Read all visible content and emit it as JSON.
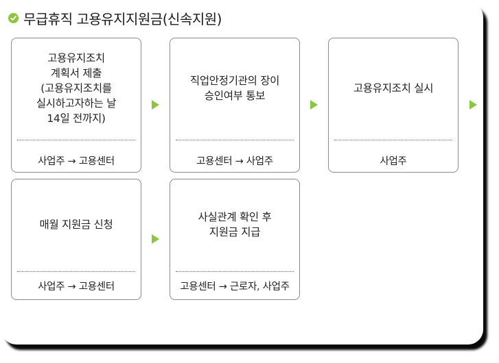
{
  "title": "무급휴직 고용유지지원금(신속지원)",
  "accent_color": "#8cc63f",
  "steps": [
    {
      "text": "고용유지조치\n계획서 제출\n(고용유지조치를\n실시하고자하는 날\n14일 전까지)",
      "actor": "사업주 → 고용센터"
    },
    {
      "text": "직업안정기관의 장이\n승인여부 통보",
      "actor": "고용센터 → 사업주"
    },
    {
      "text": "고용유지조치 실시",
      "actor": "사업주"
    },
    {
      "text": "매월 지원금 신청",
      "actor": "사업주 → 고용센터"
    },
    {
      "text": "사실관계 확인 후\n지원금 지급",
      "actor": "고용센터 → 근로자, 사업주"
    }
  ]
}
